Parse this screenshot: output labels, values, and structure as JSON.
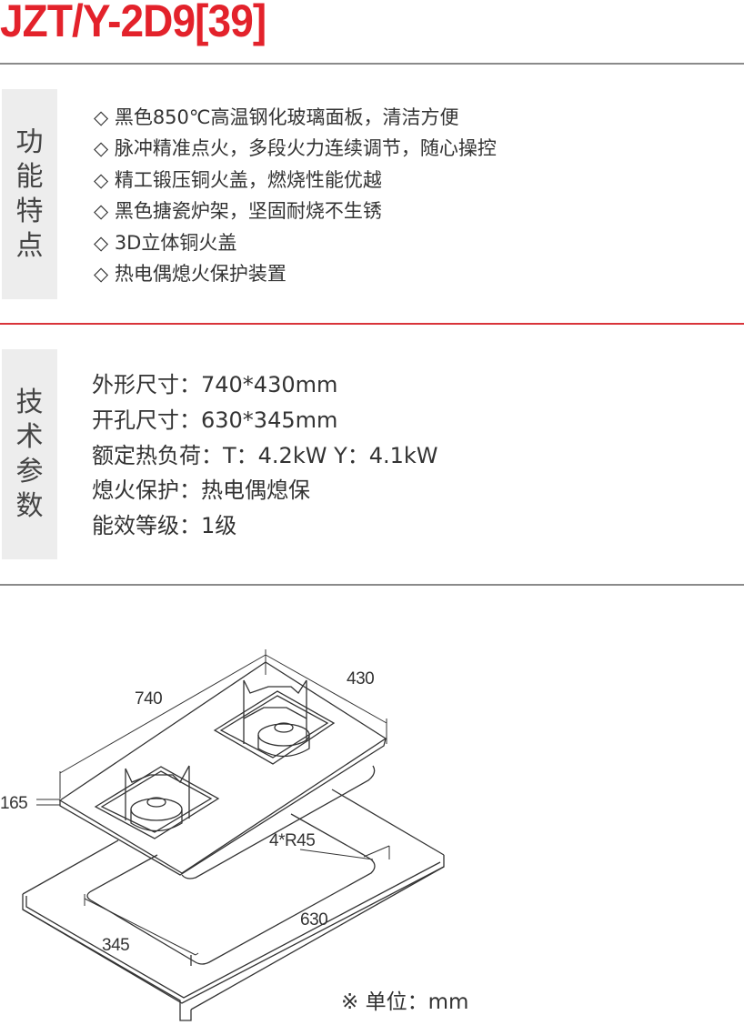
{
  "title": "JZT/Y-2D9[39]",
  "features": {
    "label_chars": [
      "功",
      "能",
      "特",
      "点"
    ],
    "items": [
      "◇ 黑色850℃高温钢化玻璃面板，清洁方便",
      "◇ 脉冲精准点火，多段火力连续调节，随心操控",
      "◇ 精工锻压铜火盖，燃烧性能优越",
      "◇ 黑色搪瓷炉架，坚固耐烧不生锈",
      "◇ 3D立体铜火盖",
      "◇ 热电偶熄火保护装置"
    ]
  },
  "specs": {
    "label_chars": [
      "技",
      "术",
      "参",
      "数"
    ],
    "items": [
      "外形尺寸：740*430mm",
      "开孔尺寸：630*345mm",
      "额定热负荷：T：4.2kW Y：4.1kW",
      "熄火保护：热电偶熄保",
      "能效等级：1级"
    ]
  },
  "diagram": {
    "dim_length": "740",
    "dim_width": "430",
    "dim_height": "165",
    "dim_radius": "4*R45",
    "dim_cut_length": "630",
    "dim_cut_width": "345",
    "unit_note": "※ 单位：mm"
  },
  "colors": {
    "accent": "#e3222b",
    "panel": "#ededed"
  }
}
